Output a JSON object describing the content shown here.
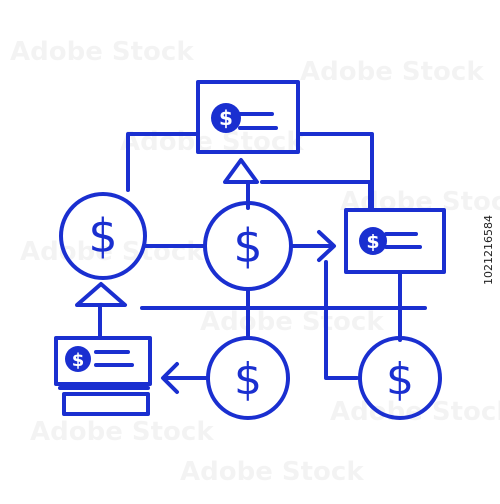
{
  "icon": {
    "subject": "money flow diagram",
    "style": "line icon",
    "stroke_color": "#1a2fd0",
    "background": "#ffffff",
    "currency_symbol": "$"
  },
  "watermark": {
    "text": "Adobe Stock",
    "side_id": "1021216584"
  }
}
